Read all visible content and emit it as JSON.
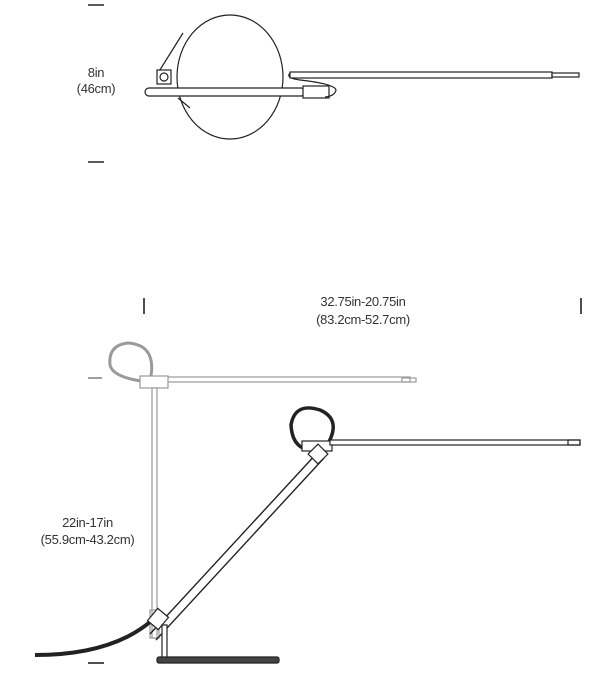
{
  "top_view": {
    "depth_label": "8in",
    "depth_label_metric": "(46cm)"
  },
  "side_view": {
    "reach_label": "32.75in-20.75in",
    "reach_label_metric": "(83.2cm-52.7cm)",
    "height_label": "22in-17in",
    "height_label_metric": "(55.9cm-43.2cm)"
  },
  "colors": {
    "line_dark": "#222222",
    "line_ghost": "#9a9a9a"
  }
}
